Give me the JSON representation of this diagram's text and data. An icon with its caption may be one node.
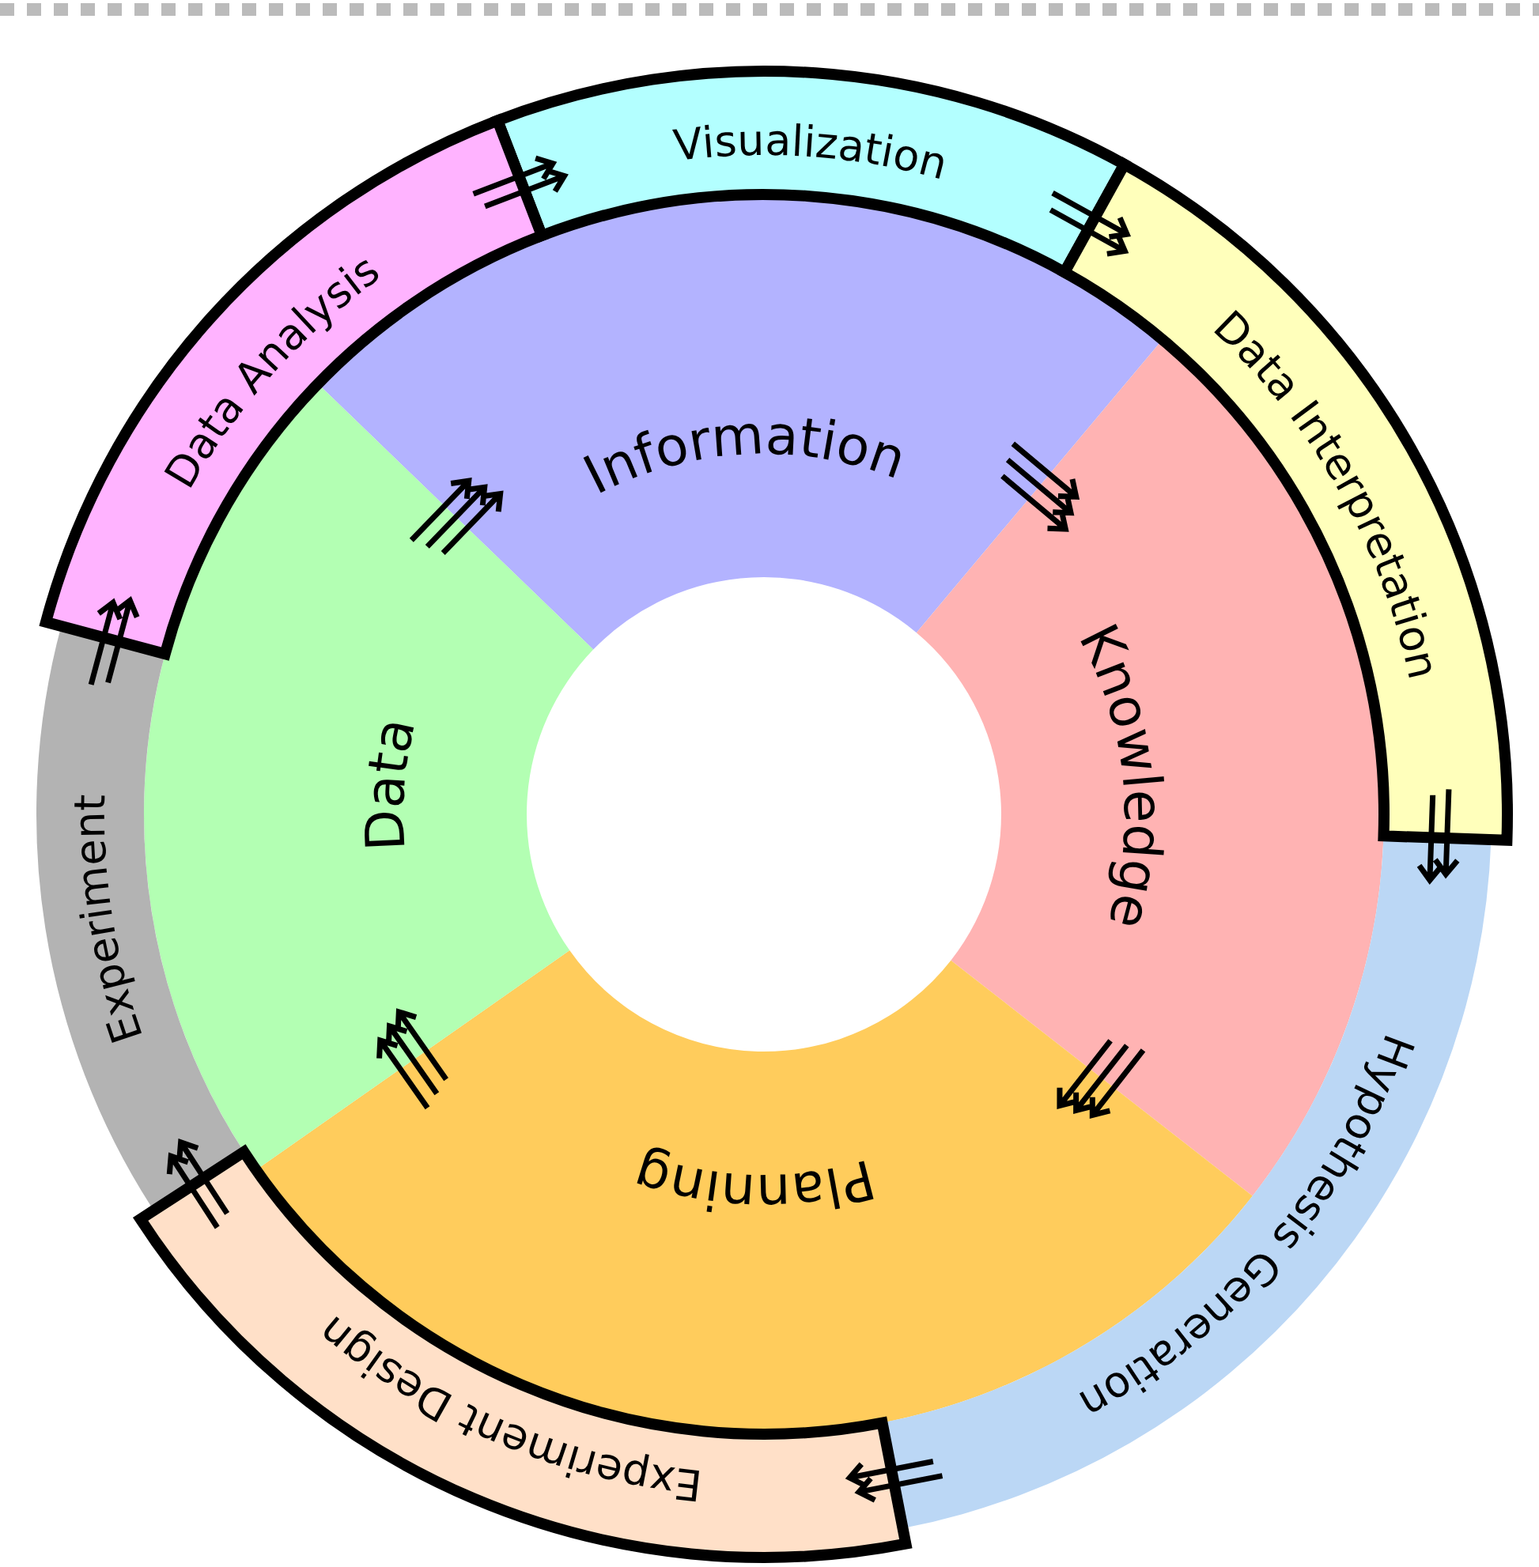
{
  "diagram": {
    "nodes": [
      {
        "text": [
          "Information"
        ]
      },
      {
        "text": [
          "Knowledge"
        ]
      },
      {
        "text": [
          "Planning"
        ]
      },
      {
        "text": [
          "Data"
        ]
      },
      {
        "text": [
          "Visualization"
        ]
      },
      {
        "text": [
          "Data Interpretation"
        ]
      },
      {
        "text": [
          "Hypothesis Generation"
        ]
      },
      {
        "text": [
          "Experiment Design"
        ]
      },
      {
        "text": [
          "Experiment"
        ]
      },
      {
        "text": [
          "Data Analysis"
        ]
      }
    ],
    "edges": [
      {
        "from": 3,
        "to": 0,
        "arrow": "to"
      },
      {
        "from": 0,
        "to": 1,
        "arrow": "to"
      },
      {
        "from": 1,
        "to": 2,
        "arrow": "to"
      },
      {
        "from": 2,
        "to": 3,
        "arrow": "to"
      },
      {
        "from": 8,
        "to": 9,
        "arrow": "to"
      },
      {
        "from": 9,
        "to": 4,
        "arrow": "to"
      },
      {
        "from": 4,
        "to": 5,
        "arrow": "to"
      },
      {
        "from": 5,
        "to": 6,
        "arrow": "to"
      },
      {
        "from": 6,
        "to": 7,
        "arrow": "to"
      },
      {
        "from": 7,
        "to": 8,
        "arrow": "to"
      }
    ]
  }
}
